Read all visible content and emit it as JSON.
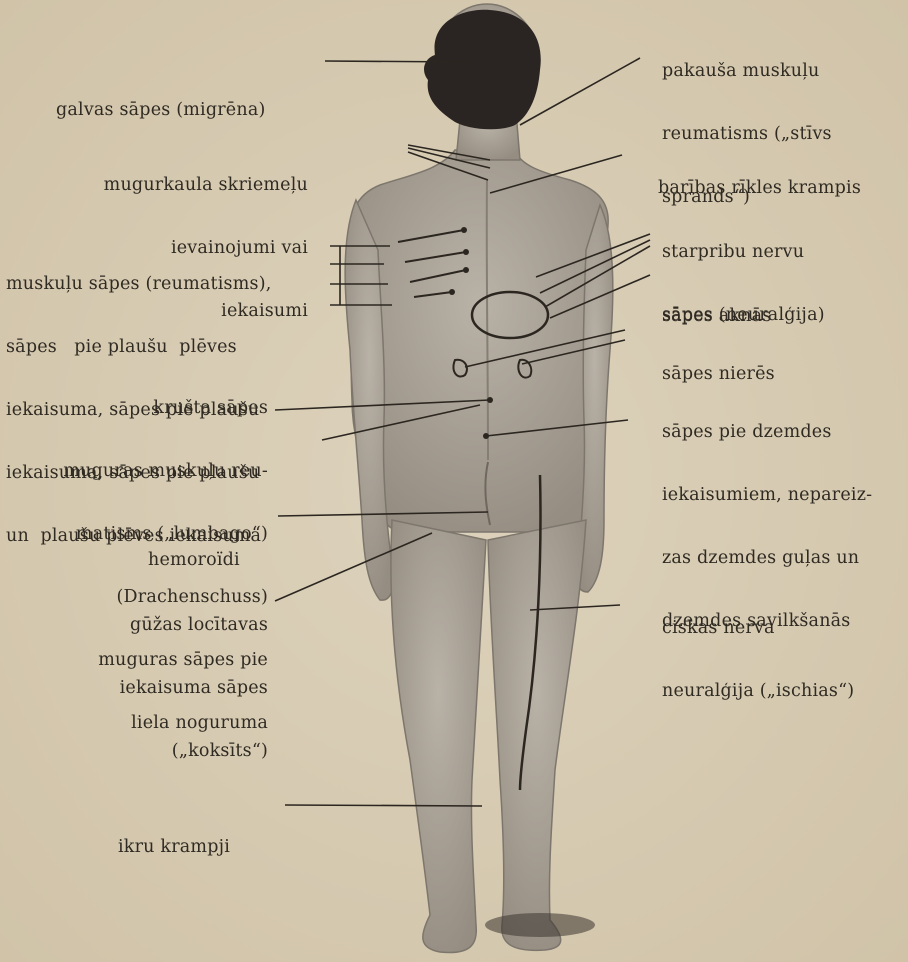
{
  "labels": {
    "migraine": [
      "galvas sāpes (migrēna)"
    ],
    "spine": [
      "mugurkaula skriemeļu",
      "ievainojumi vai",
      "iekaisumi"
    ],
    "pleura": [
      "muskuļu sāpes (reumatisms),",
      "sāpes   pie plaušu  plēves",
      "iekaisuma, sāpes pie plaušu",
      "iekaisuma, sāpes pie plaušu",
      "un  plaušu plēves iekaisuma"
    ],
    "lumbago": [
      "krušta sāpes",
      "muguras muskuļu reu-",
      "matisms („lumbago“)",
      "(Drachenschuss)",
      "muguras sāpes pie",
      "liela noguruma"
    ],
    "hemorrhoids": [
      "hemoroïdi"
    ],
    "hip": [
      "gūžas locītavas",
      "iekaisuma sāpes",
      "(„koksīts“)"
    ],
    "calf": [
      "ikru krampji"
    ],
    "neck": [
      "pakauša muskuļu",
      "reumatisms („stīvs",
      "sprands“)"
    ],
    "esophagus": [
      "barības rīkles krampis"
    ],
    "intercostal": [
      "starpribu nervu",
      "sāpes (neuralģija)"
    ],
    "liver": [
      "sāpes aknās"
    ],
    "kidneys": [
      "sāpes nierēs"
    ],
    "uterus": [
      "sāpes pie dzemdes",
      "iekaisumiem, nepareiz-",
      "zas dzemdes guļas un",
      "dzemdes savilkšanās"
    ],
    "sciatic": [
      "ciskas nerva",
      "neuralģija („ischias“)"
    ]
  },
  "colors": {
    "paper": "#d9cdb6",
    "ink": "#2f2a22",
    "body": "#a8a095",
    "hair": "#2a2522"
  }
}
